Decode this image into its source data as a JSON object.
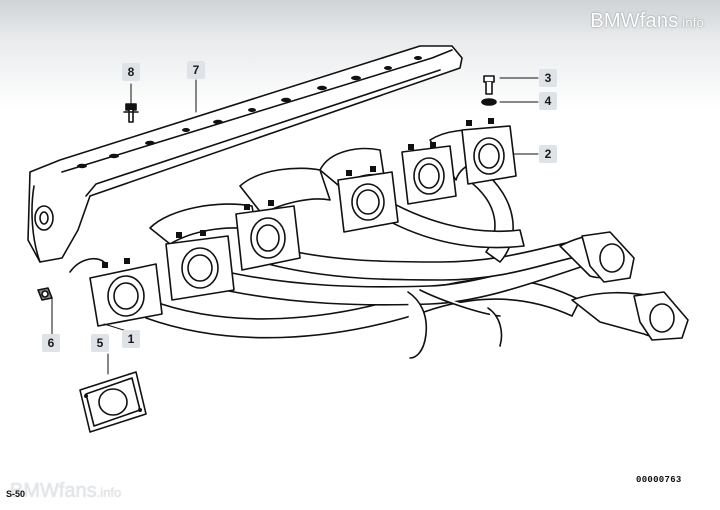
{
  "watermark": {
    "top_brand": "BMWfans",
    "top_suffix": ".info",
    "bottom_brand": "BMWfans",
    "bottom_suffix": ".info"
  },
  "sheet_label": "S-50",
  "document_number": "00000763",
  "callouts": {
    "c1": "1",
    "c2": "2",
    "c3": "3",
    "c4": "4",
    "c5": "5",
    "c6": "6",
    "c7": "7",
    "c8": "8"
  },
  "colors": {
    "line": "#111111",
    "callout_bg": "#dfe3e7"
  }
}
